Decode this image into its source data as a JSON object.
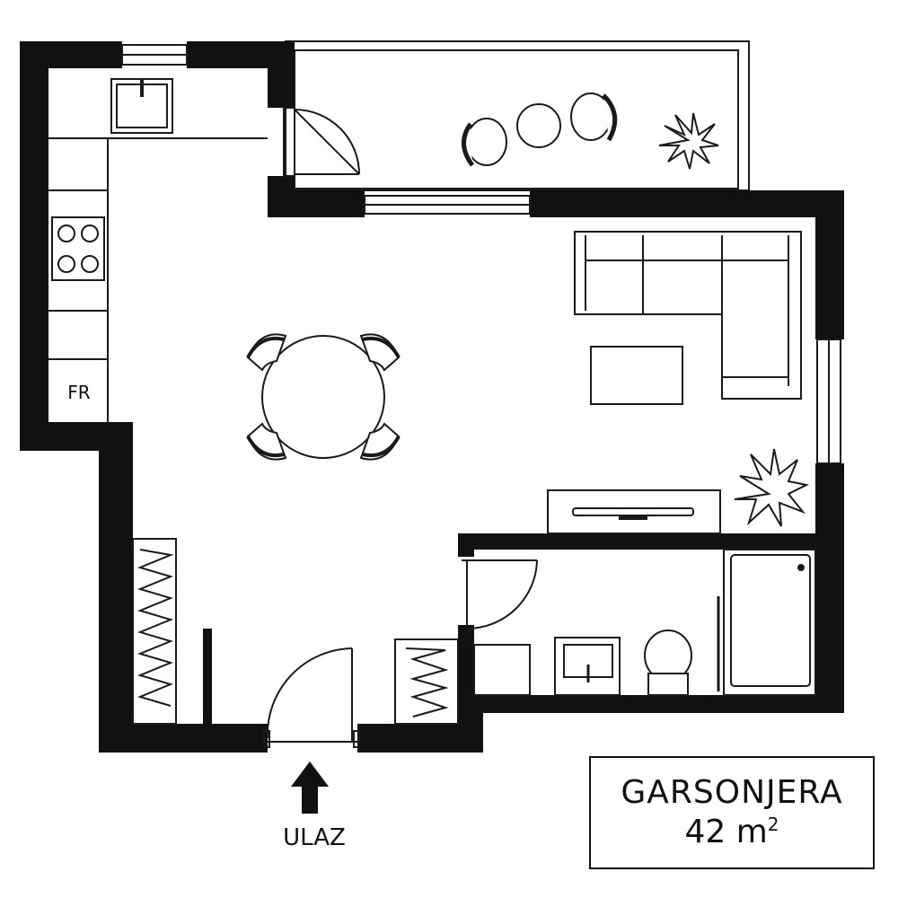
{
  "plan": {
    "title": "GARSONJERA",
    "area_value": "42 m",
    "area_unit_sup": "2",
    "entry_label": "ULAZ",
    "fridge_label": "FR"
  },
  "colors": {
    "wall": "#111111",
    "line": "#1a1a1a",
    "background": "#ffffff"
  },
  "icons": [
    "sink-icon",
    "stove-icon",
    "door-swing-icon",
    "chair-icon",
    "round-table-icon",
    "sofa-icon",
    "coffee-table-icon",
    "tv-icon",
    "plant-icon",
    "bathtub-icon",
    "toilet-icon",
    "washbasin-icon",
    "wardrobe-icon",
    "entry-arrow-icon"
  ]
}
